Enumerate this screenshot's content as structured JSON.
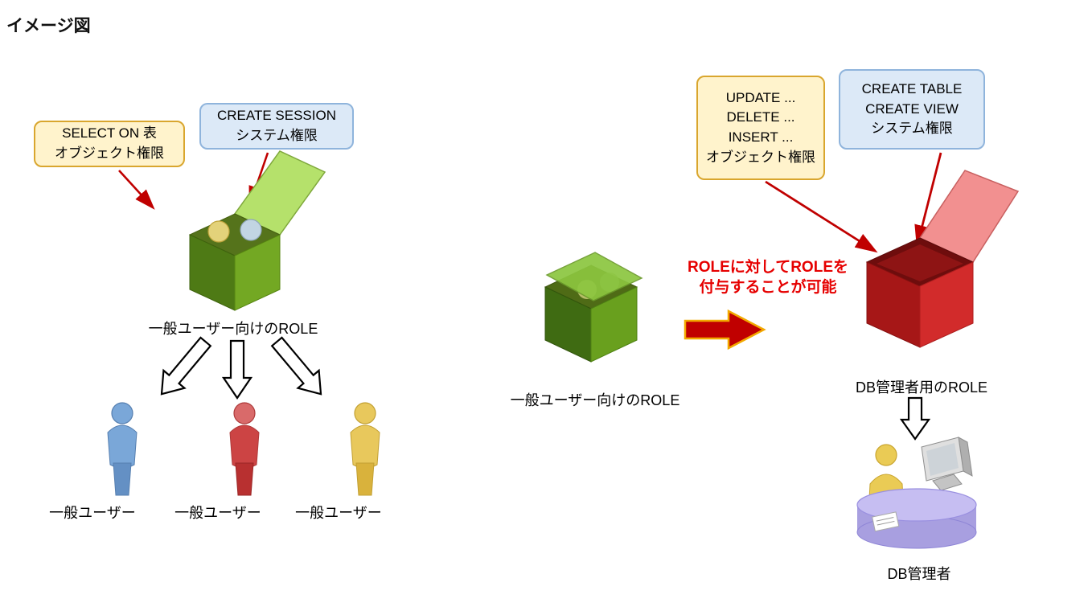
{
  "title": "イメージ図",
  "colors": {
    "callout_yellow_bg": "#FFF3CC",
    "callout_yellow_border": "#D9A62E",
    "callout_blue_bg": "#DCE9F7",
    "callout_blue_border": "#8FB4DC",
    "pointer_arrow_red": "#C00000",
    "grant_arrow_red": "#C00000",
    "grant_arrow_outline": "#F2A900",
    "note_red": "#E60000",
    "role_box_green": "#6FA31F",
    "role_box_red": "#C11B1B",
    "admin_desk_purple": "#B3AAEA",
    "user_blue": "#7AA7D8",
    "user_red": "#CC4444",
    "user_yellow": "#E8C85C"
  },
  "left": {
    "object_callout": {
      "lines": [
        "SELECT ON 表",
        "オブジェクト権限"
      ]
    },
    "system_callout": {
      "lines": [
        "CREATE SESSION",
        "システム権限"
      ]
    },
    "role_label": "一般ユーザー向けのROLE",
    "user_labels": [
      "一般ユーザー",
      "一般ユーザー",
      "一般ユーザー"
    ]
  },
  "right": {
    "object_callout": {
      "lines": [
        "UPDATE ...",
        "DELETE ...",
        "INSERT ...",
        "オブジェクト権限"
      ]
    },
    "system_callout": {
      "lines": [
        "CREATE TABLE",
        "CREATE VIEW",
        "システム権限"
      ]
    },
    "grant_note": {
      "lines": [
        "ROLEに対してROLEを",
        "付与することが可能"
      ]
    },
    "source_role_label": "一般ユーザー向けのROLE",
    "admin_role_label": "DB管理者用のROLE",
    "admin_label": "DB管理者"
  }
}
